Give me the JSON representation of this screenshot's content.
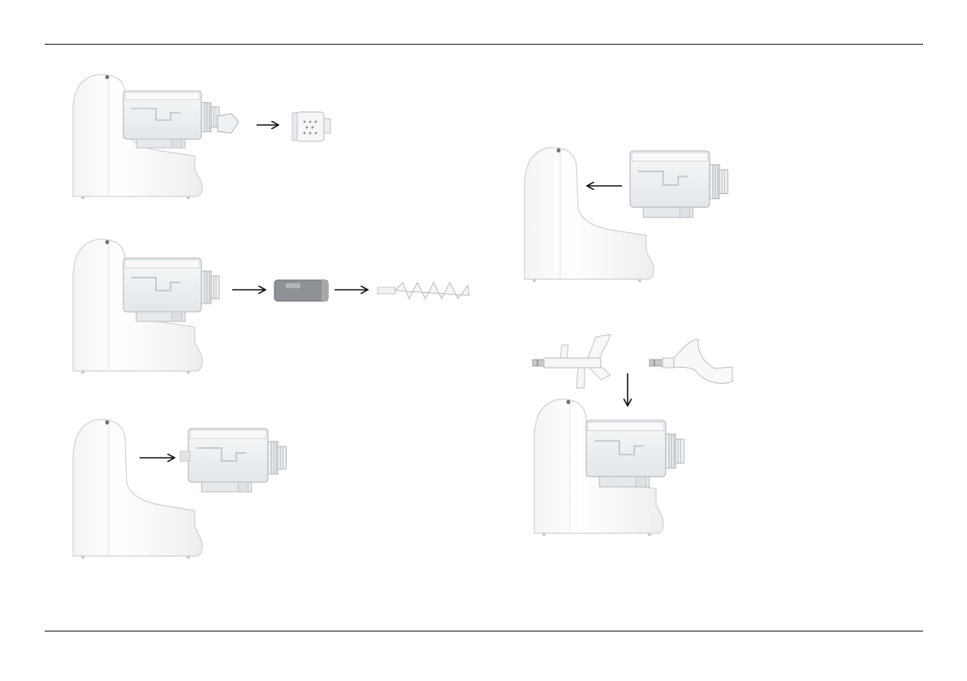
{
  "page": {
    "title": "",
    "figures": [
      {
        "id": "step-1",
        "parts": [
          "machine-with-bowl",
          "nozzle-cap"
        ]
      },
      {
        "id": "step-2",
        "parts": [
          "machine-with-bowl",
          "auger-sleeve",
          "auger-screw"
        ]
      },
      {
        "id": "step-3",
        "parts": [
          "machine-body",
          "bowl"
        ]
      },
      {
        "id": "step-4",
        "parts": [
          "machine-body",
          "bowl"
        ]
      },
      {
        "id": "step-5",
        "parts": [
          "kneading-paddle",
          "mixing-blade",
          "machine-with-bowl"
        ]
      }
    ],
    "colors": {
      "body": "#ffffff",
      "outline": "#cfd2d6",
      "shadow": "#e6e8ea",
      "bowl": "#eef1f3",
      "bowl_edge": "#b9bec3",
      "part_dark": "#9a9da0",
      "arrow": "#111111"
    }
  }
}
